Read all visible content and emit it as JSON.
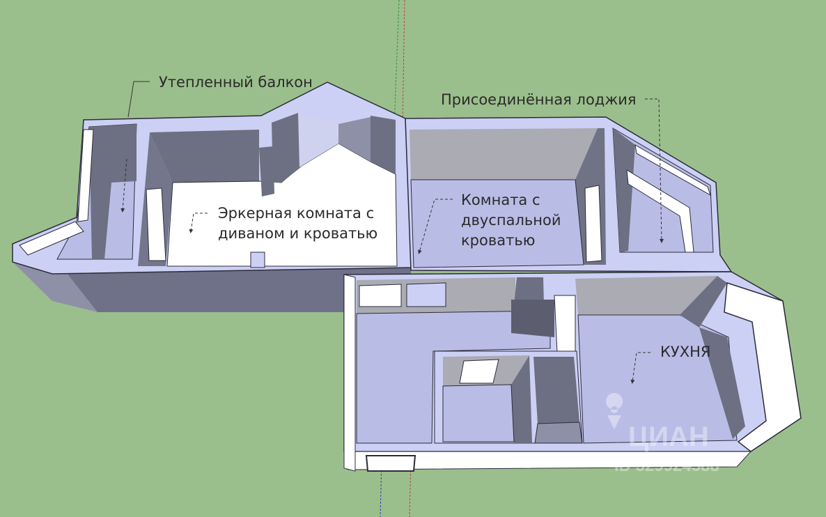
{
  "labels": {
    "balcony": "Утепленный балкон",
    "loggia": "Присоединённая лоджия",
    "bay_room_line1": "Эркерная комната с",
    "bay_room_line2": "диваном и кроватью",
    "bedroom_line1": "Комната с",
    "bedroom_line2": "двуспальной",
    "bedroom_line3": "кроватью",
    "kitchen": "КУХНЯ"
  },
  "watermark": {
    "brand": "ЦИАН",
    "id_text": "ID 329924588",
    "icon": "location-pin-icon"
  },
  "colors": {
    "background": "#9bbf8c",
    "wall_top": "#ccd0f4",
    "floor": "#b9bde6",
    "inner_wall": "#6d6f82",
    "outer_wall": "#8e90a8",
    "white_floor": "#ffffff",
    "label_text": "#2a2a2a"
  }
}
